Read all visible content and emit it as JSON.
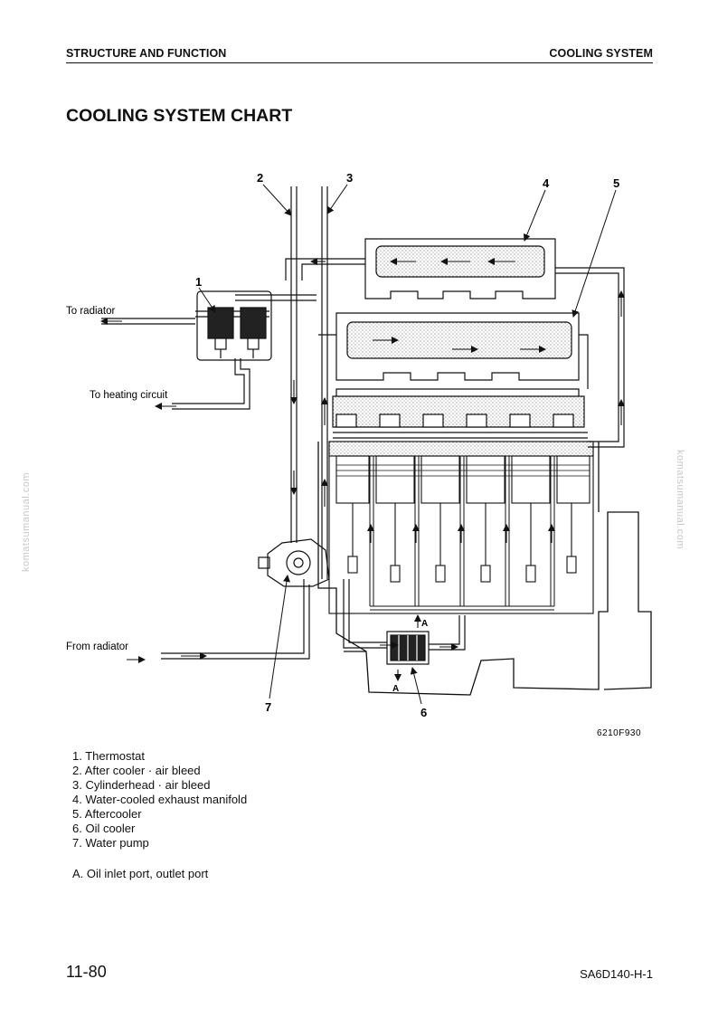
{
  "header": {
    "left": "STRUCTURE AND FUNCTION",
    "right": "COOLING SYSTEM"
  },
  "title": "COOLING SYSTEM CHART",
  "diagram": {
    "labels": {
      "to_radiator": "To radiator",
      "to_heating_circuit": "To heating circuit",
      "from_radiator": "From radiator",
      "figure_code": "6210F930"
    },
    "callouts": [
      "1",
      "2",
      "3",
      "4",
      "5",
      "6",
      "7"
    ],
    "port_label": "A"
  },
  "legend": [
    "1. Thermostat",
    "2. After cooler · air bleed",
    "3. Cylinderhead · air bleed",
    "4. Water-cooled exhaust manifold",
    "5. Aftercooler",
    "6. Oil cooler",
    "7. Water pump"
  ],
  "note": "A. Oil inlet port, outlet port",
  "footer": {
    "page_number": "11-80",
    "document_code": "SA6D140-H-1"
  },
  "watermark": "komatsumanual.com"
}
